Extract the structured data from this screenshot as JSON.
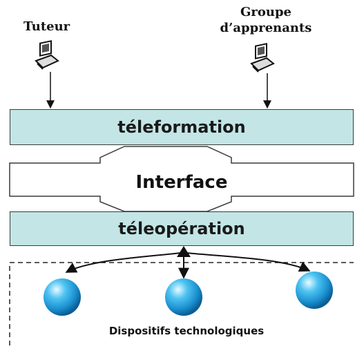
{
  "roles": {
    "tutor": "Tuteur",
    "learner_group_line1": "Groupe",
    "learner_group_line2": "d’apprenants"
  },
  "layers": {
    "top": "téleformation",
    "middle": "Interface",
    "bottom": "téleopération"
  },
  "devices": {
    "label": "Dispositifs technologiques",
    "count": 3
  },
  "colors": {
    "band_fill": "#c3e5e6",
    "sphere_color": "#1fa3e0",
    "outline": "#3a3a3a"
  }
}
